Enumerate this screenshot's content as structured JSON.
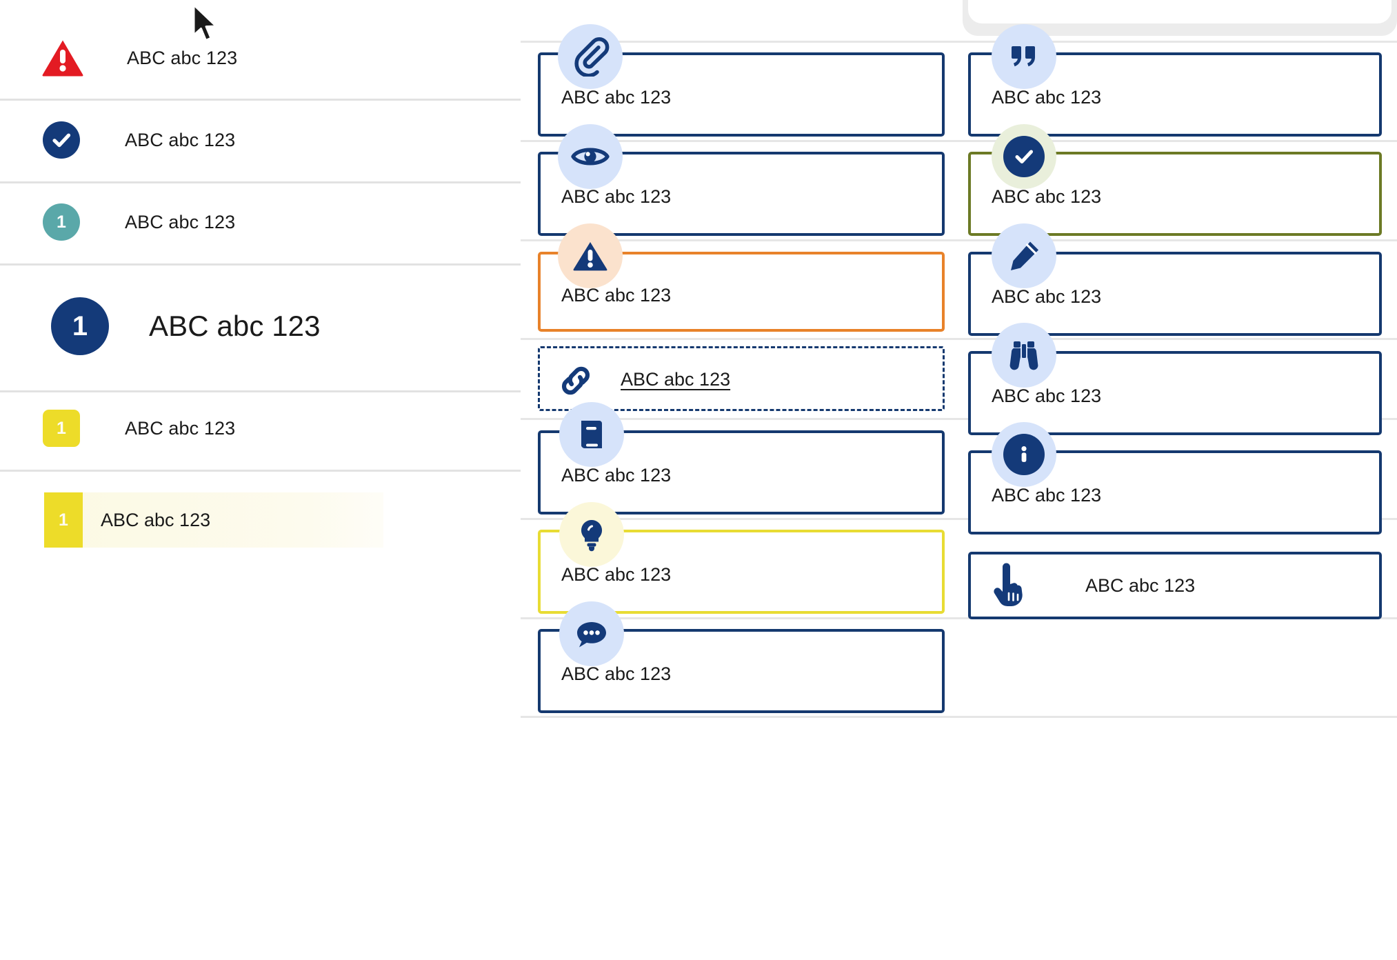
{
  "sample_text": "ABC abc 123",
  "colors": {
    "navy": "#143a79",
    "card_border_navy": "#15396f",
    "alert_red": "#e31b23",
    "teal": "#5aa8a9",
    "yellow": "#eddc29",
    "orange": "#e8822a",
    "olive": "#6c7a25",
    "icon_bg_blue": "#d6e3fa",
    "icon_bg_peach": "#fbe2cd",
    "icon_bg_green": "#e9efdb",
    "icon_bg_pale_yellow": "#fbf7d9",
    "divider": "#e2e2e2",
    "highlight_row_bg": "#fcf9e3"
  },
  "left_column": {
    "rows": [
      {
        "id": "alert",
        "badge": "warning-triangle-icon",
        "badge_style": "triangle-red",
        "label": "ABC abc 123"
      },
      {
        "id": "check",
        "badge": "check-circle-icon",
        "badge_style": "circle-navy",
        "label": "ABC abc 123"
      },
      {
        "id": "teal-number",
        "badge": "1",
        "badge_style": "circle-teal",
        "label": "ABC abc 123"
      },
      {
        "id": "large-number",
        "badge": "1",
        "badge_style": "circle-navy-large",
        "label": "ABC abc 123"
      },
      {
        "id": "yellow-number",
        "badge": "1",
        "badge_style": "square-yellow",
        "label": "ABC abc 123"
      }
    ],
    "highlighted_row": {
      "id": "highlighted-number",
      "badge": "1",
      "label": "ABC abc 123"
    }
  },
  "middle_column": {
    "cards": [
      {
        "id": "attachment",
        "icon": "paperclip-icon",
        "icon_bg": "blue",
        "border": "navy",
        "label": "ABC abc 123"
      },
      {
        "id": "view",
        "icon": "eye-icon",
        "icon_bg": "blue",
        "border": "navy",
        "label": "ABC abc 123"
      },
      {
        "id": "warning",
        "icon": "warning-triangle-icon",
        "icon_bg": "peach",
        "border": "orange",
        "label": "ABC abc 123"
      },
      {
        "id": "link",
        "icon": "chain-link-icon",
        "icon_bg": "none",
        "border": "dashed",
        "label": "ABC abc 123"
      },
      {
        "id": "book",
        "icon": "book-icon",
        "icon_bg": "blue",
        "border": "navy",
        "label": "ABC abc 123"
      },
      {
        "id": "idea",
        "icon": "lightbulb-icon",
        "icon_bg": "pale",
        "border": "yellow",
        "label": "ABC abc 123"
      },
      {
        "id": "comment",
        "icon": "chat-bubble-icon",
        "icon_bg": "blue",
        "border": "navy",
        "label": "ABC abc 123"
      }
    ]
  },
  "right_column": {
    "cards": [
      {
        "id": "quote",
        "icon": "quotation-marks-icon",
        "icon_bg": "blue",
        "border": "navy",
        "label": "ABC abc 123"
      },
      {
        "id": "success",
        "icon": "check-circle-icon",
        "icon_bg": "green",
        "border": "olive",
        "label": "ABC abc 123"
      },
      {
        "id": "edit",
        "icon": "pencil-icon",
        "icon_bg": "blue",
        "border": "navy",
        "label": "ABC abc 123"
      },
      {
        "id": "observe",
        "icon": "binoculars-icon",
        "icon_bg": "blue",
        "border": "navy",
        "label": "ABC abc 123"
      },
      {
        "id": "info",
        "icon": "info-circle-icon",
        "icon_bg": "blue",
        "border": "navy",
        "label": "ABC abc 123"
      },
      {
        "id": "action",
        "icon": "pointing-hand-icon",
        "icon_bg": "none",
        "border": "navy",
        "label": "ABC abc 123"
      }
    ]
  },
  "cursor": {
    "icon": "mouse-pointer-icon"
  }
}
